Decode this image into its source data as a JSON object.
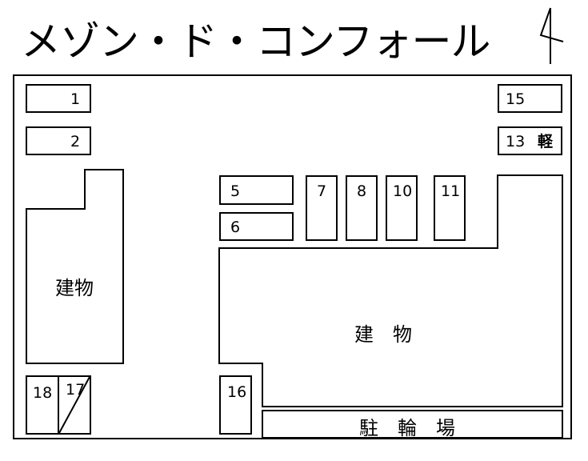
{
  "title": "メゾン・ド・コンフォール",
  "compass_icon": "north-arrow-icon",
  "spaces": {
    "s1": "1",
    "s2": "2",
    "s5": "5",
    "s6": "6",
    "s7": "7",
    "s8": "8",
    "s10": "10",
    "s11": "11",
    "s13": "13",
    "s13_note": "軽",
    "s15": "15",
    "s16": "16",
    "s17": "17",
    "s18": "18"
  },
  "buildings": {
    "left": "建物",
    "right": "建　物"
  },
  "bike_parking": "駐　輪　場"
}
